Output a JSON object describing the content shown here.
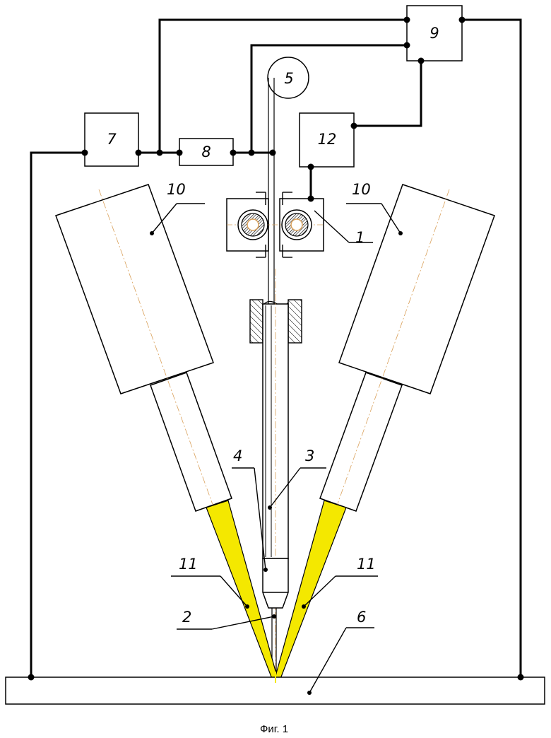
{
  "labels": {
    "l1": "1",
    "l2": "2",
    "l3": "3",
    "l4": "4",
    "l5": "5",
    "l6": "6",
    "l7": "7",
    "l8": "8",
    "l9": "9",
    "l10_left": "10",
    "l10_right": "10",
    "l11_left": "11",
    "l11_right": "11",
    "l12": "12"
  },
  "caption": "Фиг. 1",
  "colors": {
    "laser_beam": "#f4e800",
    "axis_line": "#d9a05a",
    "hatch": "#000000"
  }
}
